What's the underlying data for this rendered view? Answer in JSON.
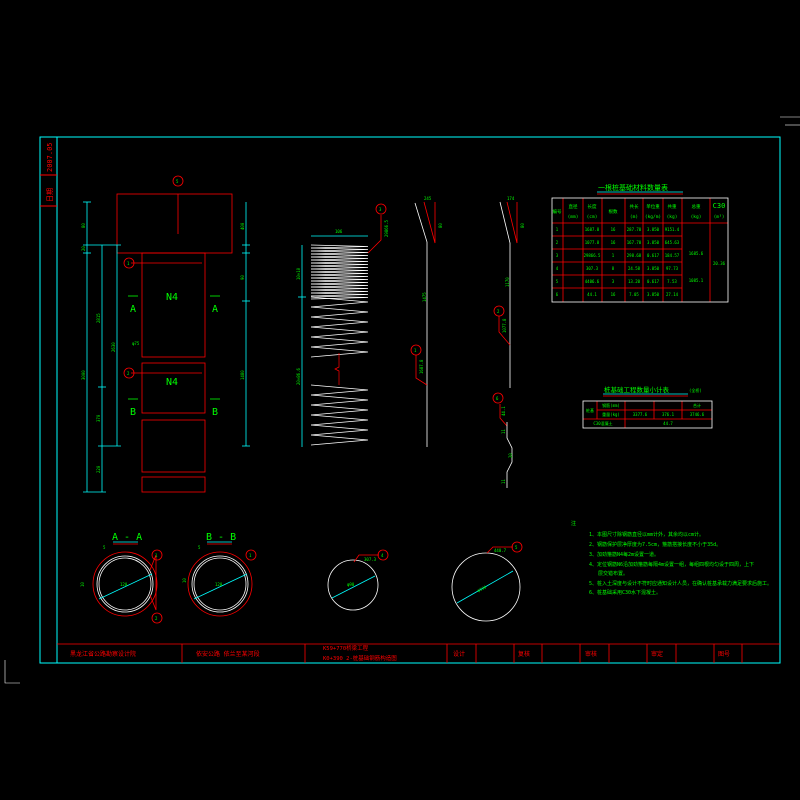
{
  "colors": {
    "frame": "#00ffff",
    "line": "#ff0000",
    "text": "#00ff00",
    "rebar": "#ffffff",
    "background": "#000000"
  },
  "side_strip": {
    "date": "2007.05",
    "edition": "日期"
  },
  "elevation": {
    "pile_label_1": "N4",
    "pile_label_2": "N4",
    "section_a": "A",
    "section_b": "B",
    "markers": [
      "1",
      "2",
      "5"
    ],
    "dims_left": [
      "80",
      "20",
      "3000",
      "2815",
      "2630",
      "370",
      "220"
    ],
    "dims_right": [
      "400",
      "90",
      "1480"
    ],
    "spacing_note": "φ75"
  },
  "rebar_details": {
    "cage_width": "106",
    "cage_dims": [
      "10×10",
      "20×86.6"
    ],
    "marker_3": "3",
    "len_3": "29866.5",
    "marker_1": "1",
    "len_1": "1687.8",
    "top_1": "245",
    "side_1": "80",
    "marker_2": "2",
    "len_2": "1077.8",
    "top_2": "174",
    "side_2": "80",
    "main_len": "1475",
    "main_len_2": "1170",
    "marker_6": "6",
    "len_6": "44.1",
    "dims_6": [
      "11",
      "20",
      "11"
    ]
  },
  "sections": {
    "aa_title": "A - A",
    "bb_title": "B - B",
    "aa_diameter": "120",
    "bb_diameter": "120",
    "aa_cover": "5",
    "bb_cover": "5",
    "aa_side": "10",
    "bb_side": "10",
    "markers": [
      "1",
      "2",
      "1"
    ],
    "ring4_marker": "4",
    "ring4_len": "307.3",
    "ring4_diameter": "φ90",
    "ring5_marker": "5",
    "ring5_len": "440.7",
    "ring5_diameter": "φ130"
  },
  "material_table": {
    "title": "一根桩基础材料数量表",
    "headers": [
      {
        "top": "编号",
        "unit": ""
      },
      {
        "top": "直径",
        "unit": "(mm)"
      },
      {
        "top": "长度",
        "unit": "(cm)"
      },
      {
        "top": "根数",
        "unit": ""
      },
      {
        "top": "共长",
        "unit": "(m)"
      },
      {
        "top": "单位重",
        "unit": "(kg/m)"
      },
      {
        "top": "共重",
        "unit": "(kg)"
      },
      {
        "top": "总重",
        "unit": "(kg)"
      },
      {
        "top": "C30",
        "unit": "(m³)"
      }
    ],
    "rows": [
      {
        "no": "1",
        "dia": "",
        "len": "1687.8",
        "count": "16",
        "total_len": "287.70",
        "unit_wt": "3.850",
        "wt": "9151.4"
      },
      {
        "no": "2",
        "dia": "",
        "len": "1077.8",
        "count": "16",
        "total_len": "167.70",
        "unit_wt": "3.850",
        "wt": "645.63"
      },
      {
        "no": "3",
        "dia": "",
        "len": "29866.5",
        "count": "1",
        "total_len": "298.68",
        "unit_wt": "0.617",
        "wt": "184.57"
      },
      {
        "no": "4",
        "dia": "",
        "len": "307.3",
        "count": "8",
        "total_len": "24.58",
        "unit_wt": "3.850",
        "wt": "97.73"
      },
      {
        "no": "5",
        "dia": "",
        "len": "4406.6",
        "count": "3",
        "total_len": "13.20",
        "unit_wt": "0.617",
        "wt": "7.53"
      },
      {
        "no": "6",
        "dia": "",
        "len": "44.1",
        "count": "16",
        "total_len": "7.05",
        "unit_wt": "3.850",
        "wt": "27.14"
      }
    ],
    "total_weight_1": "1685.6",
    "total_weight_2": "1085.1",
    "c30_total": "20.36"
  },
  "summary_table": {
    "title": "桩基础工程数量小计表",
    "unit_note": "(全桥)",
    "row_header": "桩基",
    "rebar_label": "钢筋(mm)",
    "total_label": "合计",
    "weight_label": "重量(kg)",
    "weights": [
      "3377.6",
      "376.1",
      "3746.6"
    ],
    "concrete_label": "C30混凝土",
    "concrete_value": "44.7"
  },
  "notes": {
    "title": "注",
    "items": [
      "1、本图尺寸除钢筋直径以mm计外，其余均以cm计。",
      "2、钢筋保护层净厚度为7.5cm，箍筋搭接长度不小于35d。",
      "3、加劲箍筋N4每2m设置一道。",
      "4、定位钢筋N6沿加劲箍筋每隔4m设置一组，每组四根均匀设于四周，上下",
      "   层交错布置。",
      "5、桩入土深度与设计不符时应通知设计人员，在确认桩基承载力满足要求后施工。",
      "6、桩基础采用C30水下混凝土。"
    ]
  },
  "title_block": {
    "institute": "黑龙江省公路勘察设计院",
    "project": "依安公路  依兰至某河段",
    "drawing_line1": "K59+770桥梁工程",
    "drawing_line2": "K0+390 2-桩基础钢筋构造图",
    "designer_label": "设计",
    "checker_label": "复核",
    "reviewer_label": "审核",
    "approver_label": "审定",
    "drawing_no_label": "图号"
  }
}
